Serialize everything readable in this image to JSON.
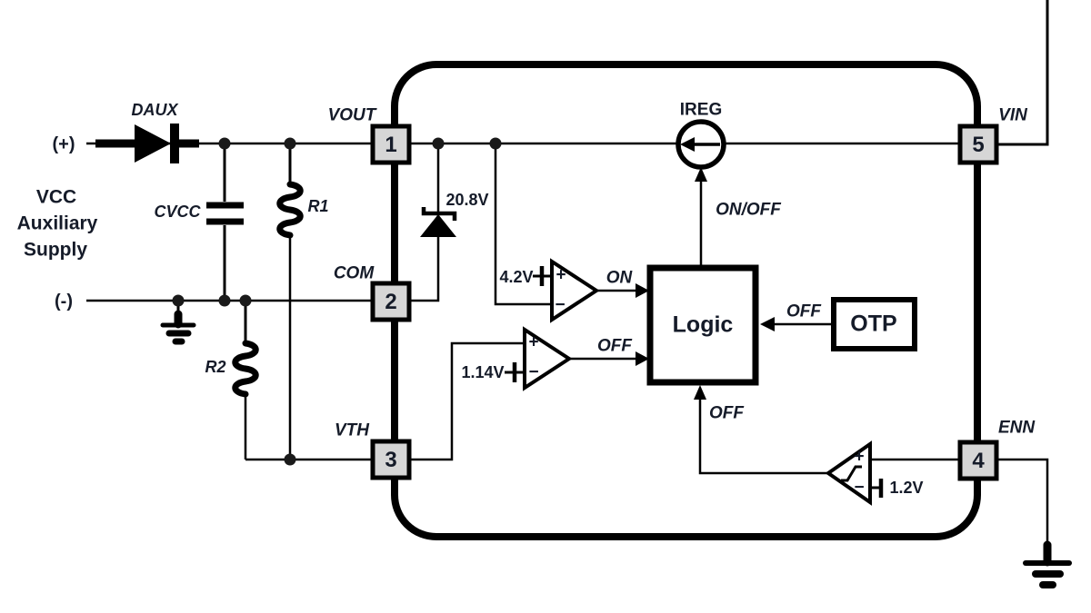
{
  "supply": {
    "positive_terminal": "(+)",
    "negative_terminal": "(-)",
    "name_lines": [
      "VCC",
      "Auxiliary",
      "Supply"
    ]
  },
  "external_components": {
    "diode": "DAUX",
    "capacitor": "CVCC",
    "resistor_top": "R1",
    "resistor_bottom": "R2"
  },
  "pins": [
    {
      "number": "1",
      "name": "VOUT"
    },
    {
      "number": "2",
      "name": "COM"
    },
    {
      "number": "3",
      "name": "VTH"
    },
    {
      "number": "4",
      "name": "ENN"
    },
    {
      "number": "5",
      "name": "VIN"
    }
  ],
  "internal": {
    "current_source": "IREG",
    "current_source_control": "ON/OFF",
    "logic_block": "Logic",
    "otp_block": "OTP",
    "otp_signal": "OFF",
    "zener_voltage": "20.8V",
    "comparators": [
      {
        "reference": "4.2V",
        "output": "ON",
        "plus": "+",
        "minus": "−"
      },
      {
        "reference": "1.14V",
        "output": "OFF",
        "plus": "+",
        "minus": "−"
      },
      {
        "reference": "1.2V",
        "output": "OFF",
        "plus": "+",
        "minus": "−"
      }
    ]
  },
  "colors": {
    "line": "#000000",
    "text": "#151b29",
    "pin_fill": "#d6d6d6",
    "background": "#ffffff"
  }
}
